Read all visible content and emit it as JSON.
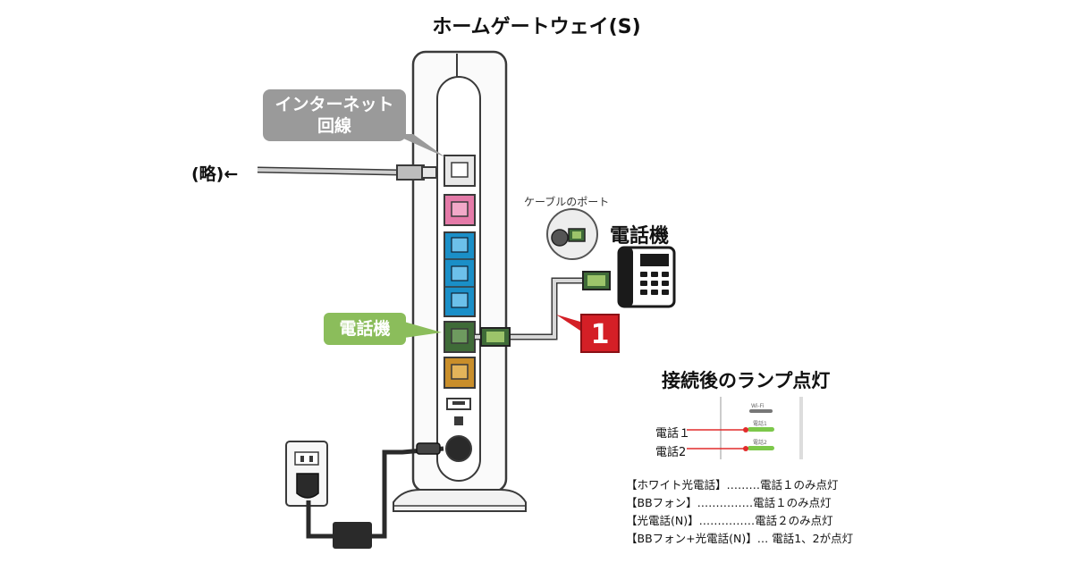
{
  "title": "ホームゲートウェイ(S)",
  "labels": {
    "internet_line_1": "インターネット",
    "internet_line_2": "回線",
    "phone_port": "電話機",
    "omitted": "(略)←",
    "cable_port": "ケーブルのポート",
    "phone": "電話機",
    "step_badge": "1"
  },
  "lamp_section": {
    "title": "接続後のランプ点灯",
    "phone1": "電話１",
    "phone2": "電話2",
    "wifi_label": "Wi-Fi",
    "lamp1_label": "電話1",
    "lamp2_label": "電話2"
  },
  "legend": [
    "【ホワイト光電話】………電話１のみ点灯",
    "【BBフォン】……………電話１のみ点灯",
    "【光電話(N)】……………電話２のみ点灯",
    "【BBフォン+光電話(N)】… 電話1、2が点灯"
  ],
  "colors": {
    "label_gray": "#9a9a9a",
    "label_green": "#8bbd5b",
    "badge_red": "#d41f26",
    "port_pink": "#e47aa8",
    "port_blue": "#1a8fc8",
    "port_green": "#3f6b38",
    "port_orange": "#c98e2a",
    "lamp_green": "#7cc84a",
    "lamp_red": "#e22c2c"
  }
}
